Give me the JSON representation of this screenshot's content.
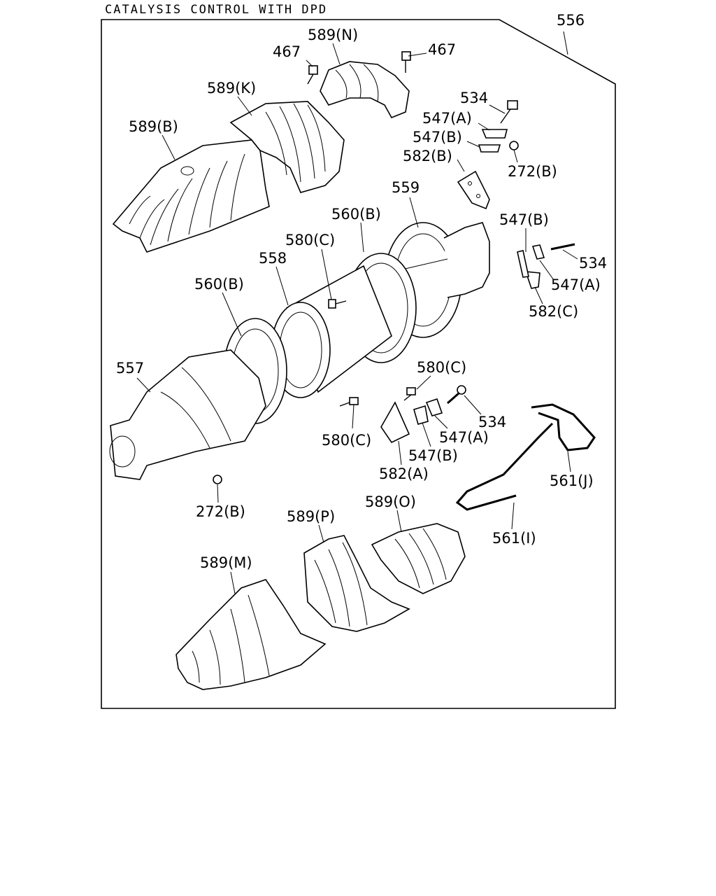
{
  "title": "CATALYSIS CONTROL WITH DPD",
  "callouts": {
    "c556": "556",
    "c589N": "589(N)",
    "c467a": "467",
    "c467b": "467",
    "c589K": "589(K)",
    "c589B": "589(B)",
    "c534a": "534",
    "c547Aa": "547(A)",
    "c547Ba": "547(B)",
    "c582B": "582(B)",
    "c272Ba": "272(B)",
    "c559": "559",
    "c560Ba": "560(B)",
    "c580Ca": "580(C)",
    "c558": "558",
    "c547Bb": "547(B)",
    "c534b": "534",
    "c547Ab": "547(A)",
    "c582C": "582(C)",
    "c560Bb": "560(B)",
    "c557": "557",
    "c580Cb": "580(C)",
    "c534c": "534",
    "c547Ac": "547(A)",
    "c580Cc": "580(C)",
    "c547Bc": "547(B)",
    "c582A": "582(A)",
    "c561J": "561(J)",
    "c272Bb": "272(B)",
    "c589O": "589(O)",
    "c589P": "589(P)",
    "c561I": "561(I)",
    "c589M": "589(M)"
  }
}
